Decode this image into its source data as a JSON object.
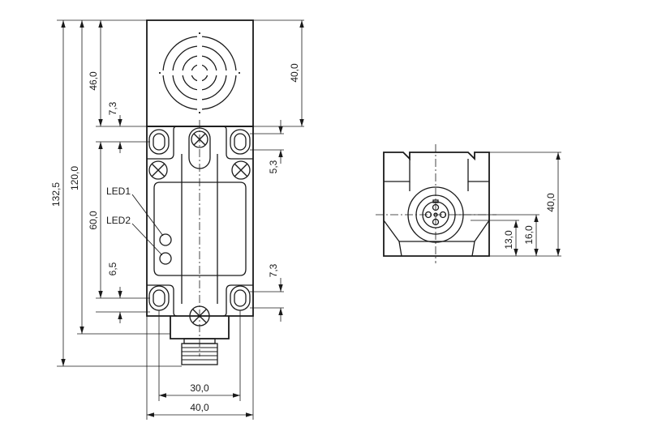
{
  "drawing": {
    "labels": {
      "led1": "LED1",
      "led2": "LED2"
    },
    "dimensions": {
      "total_height": "132,5",
      "body_height": "120,0",
      "head_height": "46,0",
      "hole_offset_top": "7,3",
      "led_spacing": "60,0",
      "hole_offset_bottom_left": "6,5",
      "head_width_side": "40,0",
      "hole_dia": "5,3",
      "hole_offset_bottom_right": "7,3",
      "hole_spacing_width": "30,0",
      "body_width": "40,0",
      "side_height": "40,0",
      "side_center_height": "16,0",
      "side_connector_height": "13,0"
    }
  }
}
